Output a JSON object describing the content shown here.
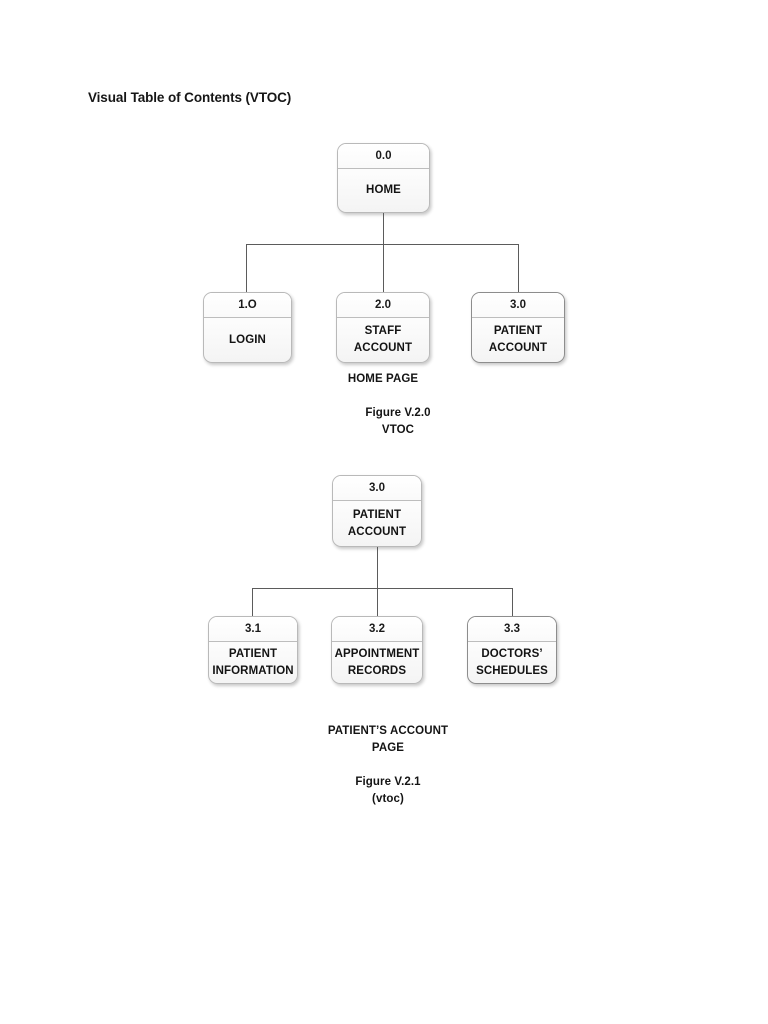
{
  "document": {
    "title": "Visual Table of Contents (VTOC)",
    "background_color": "#ffffff"
  },
  "diagrams": [
    {
      "id": "vtoc-home",
      "root": {
        "number": "0.0",
        "label": "HOME"
      },
      "children": [
        {
          "number": "1.O",
          "label": "LOGIN"
        },
        {
          "number": "2.0",
          "label": "STAFF\nACCOUNT"
        },
        {
          "number": "3.0",
          "label": "PATIENT\nACCOUNT"
        }
      ],
      "page_label": "HOME PAGE",
      "figure_caption": "Figure V.2.0\nVTOC"
    },
    {
      "id": "vtoc-patient-account",
      "root": {
        "number": "3.0",
        "label": "PATIENT\nACCOUNT"
      },
      "children": [
        {
          "number": "3.1",
          "label": "PATIENT\nINFORMATION"
        },
        {
          "number": "3.2",
          "label": "APPOINTMENT\nRECORDS"
        },
        {
          "number": "3.3",
          "label": "DOCTORS’\nSCHEDULES"
        }
      ],
      "page_label": "PATIENT’S ACCOUNT\nPAGE",
      "figure_caption": "Figure V.2.1\n(vtoc)"
    }
  ],
  "style": {
    "line_color": "#5b5b5b",
    "box_border_color": "#b9b9b9",
    "box_fill_top": "#ffffff",
    "box_fill_bottom": "#f4f4f4",
    "text_color": "#131313"
  }
}
